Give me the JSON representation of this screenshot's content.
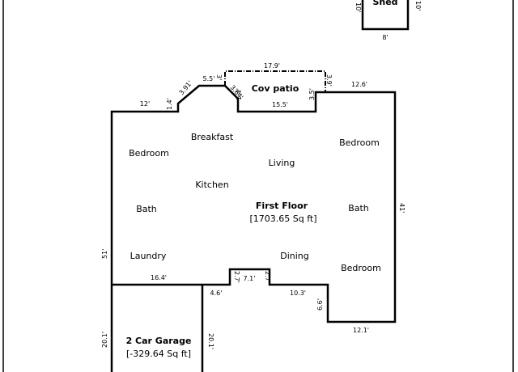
{
  "rooms": {
    "shed": "Shed",
    "cov_patio": "Cov patio",
    "breakfast": "Breakfast",
    "bedroom_left": "Bedroom",
    "bedroom_right": "Bedroom",
    "living": "Living",
    "kitchen": "Kitchen",
    "bath_left": "Bath",
    "bath_right": "Bath",
    "first_floor_title": "First Floor",
    "first_floor_area": "[1703.65 Sq ft]",
    "laundry": "Laundry",
    "dining": "Dining",
    "bedroom_bottom": "Bedroom",
    "garage_title": "2 Car Garage",
    "garage_area": "[-329.64 Sq ft]"
  },
  "dimensions": {
    "shed_left": "10'",
    "shed_right": "10'",
    "shed_bottom": "8'",
    "patio_top": "17.9'",
    "patio_inner": "15.5'",
    "patio_left_top": "3'",
    "patio_left_diag": "3.64'",
    "patio_left_side": "1.4'",
    "patio_right_top": "3.9'",
    "patio_right_side": "3.5'",
    "top_left_wall": "12'",
    "bay_left_diag": "3.91'",
    "bay_top": "5.5'",
    "bay_left_side": "1.4'",
    "top_right_wall": "12.6'",
    "right_wall": "41'",
    "left_wall": "51'",
    "bottom_left_wall": "16.4'",
    "garage_gap": "4.6'",
    "notch_left": "2.7'",
    "notch_top": "7.1'",
    "notch_right": "2.7'",
    "bottom_mid_wall": "10.3'",
    "bottom_step": "6.6'",
    "bottom_right_wall": "12.1'",
    "garage_left": "20.1'",
    "garage_right": "20.1'"
  }
}
